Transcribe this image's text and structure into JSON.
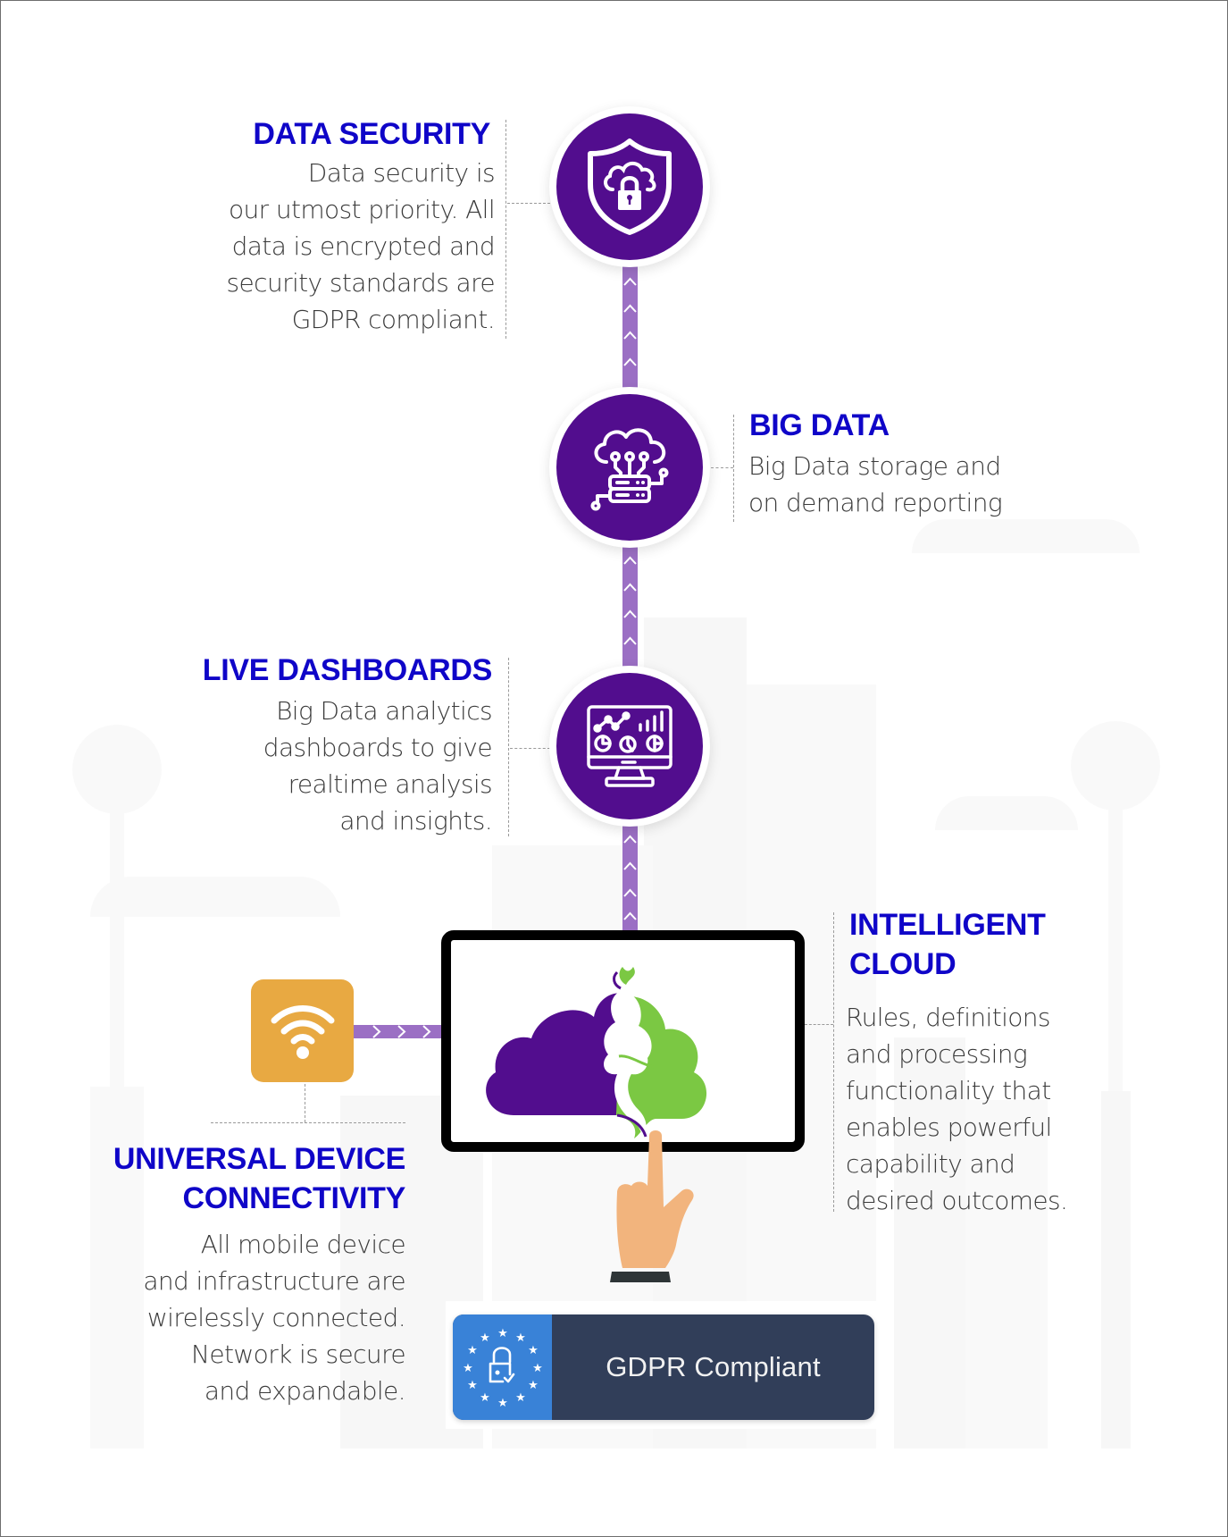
{
  "colors": {
    "heading": "#0f05c8",
    "body_text": "#3b3b3b",
    "node_purple": "#520d8e",
    "connector_purple": "#9b6fc4",
    "wifi_orange": "#e8a942",
    "logo_purple": "#520d8e",
    "logo_green": "#7bc843",
    "gdpr_dark": "#313e59",
    "gdpr_blue": "#3982d7",
    "hand_skin": "#f2b47d",
    "cuff": "#2e3537"
  },
  "features": {
    "data_security": {
      "icon": "shield-cloud-lock-icon",
      "title": "DATA SECURITY",
      "lines": [
        "Data security is",
        "our utmost priority. All",
        "data is encrypted and",
        "security standards are",
        "GDPR compliant."
      ]
    },
    "big_data": {
      "icon": "cloud-server-icon",
      "title": "BIG DATA",
      "lines": [
        "Big Data storage and",
        "on demand reporting"
      ]
    },
    "live_dashboards": {
      "icon": "monitor-analytics-icon",
      "title": "LIVE DASHBOARDS",
      "lines": [
        "Big Data analytics",
        "dashboards to give",
        "realtime analysis",
        "and insights."
      ]
    },
    "intelligent_cloud": {
      "icon": "genie-cloud-logo",
      "title_lines": [
        "INTELLIGENT",
        "CLOUD"
      ],
      "lines": [
        "Rules, definitions",
        "and processing",
        "functionality that",
        "enables powerful",
        "capability and",
        "desired outcomes."
      ]
    },
    "universal_connectivity": {
      "icon": "wifi-icon",
      "title_lines": [
        "UNIVERSAL DEVICE",
        "CONNECTIVITY"
      ],
      "lines": [
        "All mobile device",
        "and infrastructure are",
        "wirelessly connected.",
        "Network is secure",
        "and expandable."
      ]
    }
  },
  "badge": {
    "icon": "eu-stars-lock-icon",
    "label": "GDPR Compliant"
  }
}
